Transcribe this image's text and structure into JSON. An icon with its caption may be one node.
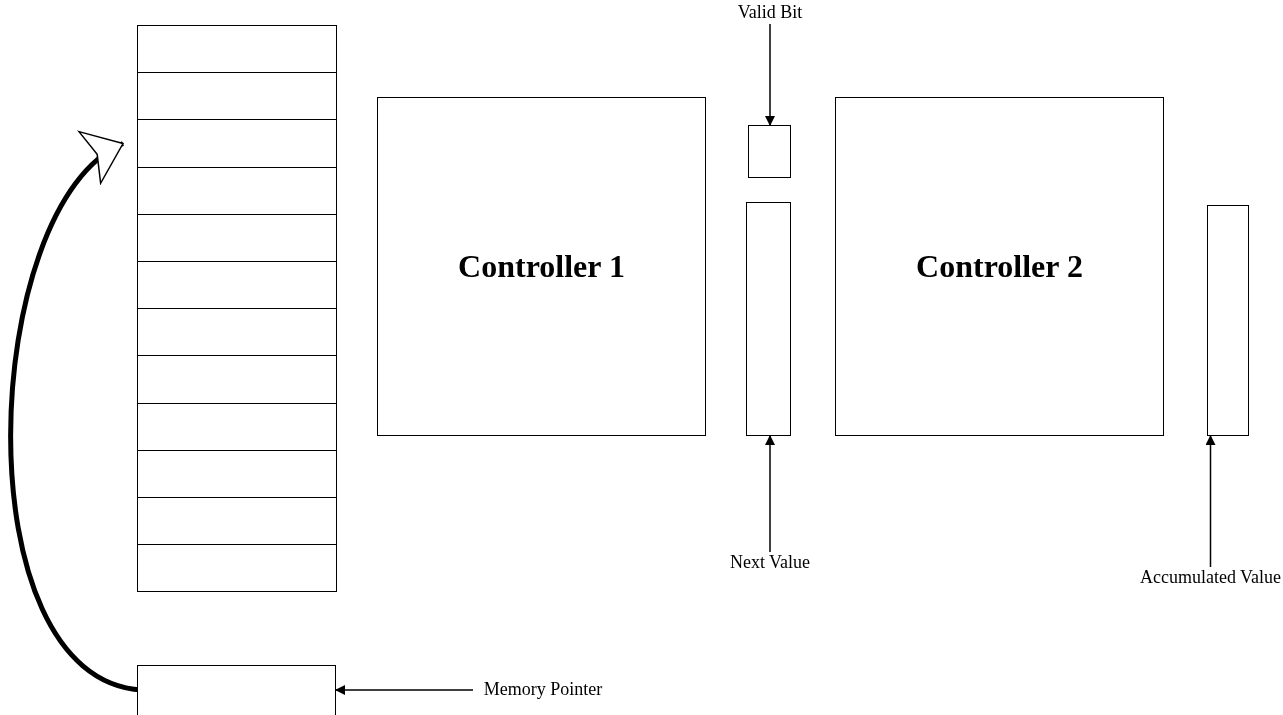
{
  "diagram": {
    "nodes": [
      {
        "text": [],
        "shape": "box"
      },
      {
        "text": [],
        "shape": "box"
      },
      {
        "text": [],
        "shape": "box"
      },
      {
        "text": [],
        "shape": "box"
      },
      {
        "text": [],
        "shape": "box"
      },
      {
        "text": [],
        "shape": "box"
      },
      {
        "text": [],
        "shape": "box"
      },
      {
        "text": [],
        "shape": "box"
      },
      {
        "text": [],
        "shape": "box"
      },
      {
        "text": [],
        "shape": "box"
      },
      {
        "text": [],
        "shape": "box"
      },
      {
        "text": [],
        "shape": "box"
      },
      {
        "text": [],
        "shape": "box"
      },
      {
        "text": [
          "Memory Pointer"
        ]
      },
      {
        "text": [
          "Controller 1"
        ]
      },
      {
        "text": [
          "Valid Bit"
        ]
      },
      {
        "text": [],
        "shape": "box"
      },
      {
        "text": [],
        "shape": "box"
      },
      {
        "text": [
          "Next Value"
        ]
      },
      {
        "text": [
          "Controller 2"
        ]
      },
      {
        "text": [],
        "shape": "box"
      },
      {
        "text": [
          "Accumulated Value"
        ]
      }
    ],
    "edges": [
      {
        "from": 12,
        "to": 2,
        "arrow": "to",
        "style": "thick"
      },
      {
        "from": 13,
        "to": 12,
        "arrow": "to"
      },
      {
        "from": 15,
        "to": 16,
        "arrow": "to"
      },
      {
        "from": 18,
        "to": 17,
        "arrow": "to"
      },
      {
        "from": 21,
        "to": 20,
        "arrow": "to"
      }
    ]
  }
}
